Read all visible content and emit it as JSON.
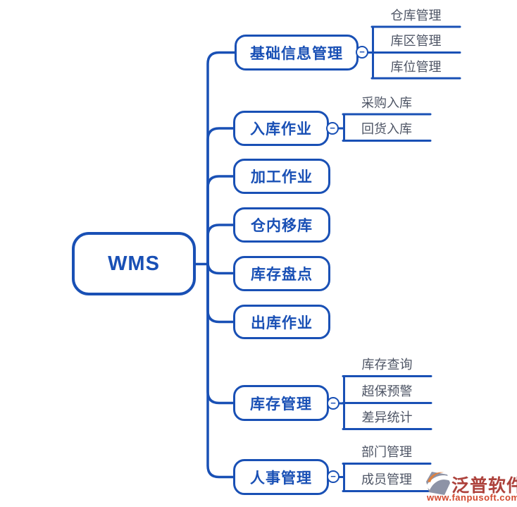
{
  "root": {
    "label": "WMS"
  },
  "branches": [
    {
      "label": "基础信息管理",
      "expanded": true,
      "children": [
        "仓库管理",
        "库区管理",
        "库位管理"
      ]
    },
    {
      "label": "入库作业",
      "expanded": true,
      "children": [
        "采购入库",
        "回货入库"
      ]
    },
    {
      "label": "加工作业",
      "expanded": false,
      "children": []
    },
    {
      "label": "仓内移库",
      "expanded": false,
      "children": []
    },
    {
      "label": "库存盘点",
      "expanded": false,
      "children": []
    },
    {
      "label": "出库作业",
      "expanded": false,
      "children": []
    },
    {
      "label": "库存管理",
      "expanded": true,
      "children": [
        "库存查询",
        "超保预警",
        "差异统计"
      ]
    },
    {
      "label": "人事管理",
      "expanded": true,
      "children": [
        "部门管理",
        "成员管理"
      ]
    }
  ],
  "icons": {
    "collapse_glyph": "−",
    "logo": "fanpu-hexagon-swoosh"
  },
  "watermark": {
    "brand": "泛普软件",
    "url": "www.fanpusoft.com"
  },
  "colors": {
    "line_blue": "#1950b5",
    "branch_text": "#1950b5",
    "child_text": "#4e5565",
    "brand_red": "#ad423c",
    "url_red": "#d2492e",
    "logo_gray": "#8d93a6",
    "logo_orange": "#df8140",
    "background": "#ffffff"
  }
}
